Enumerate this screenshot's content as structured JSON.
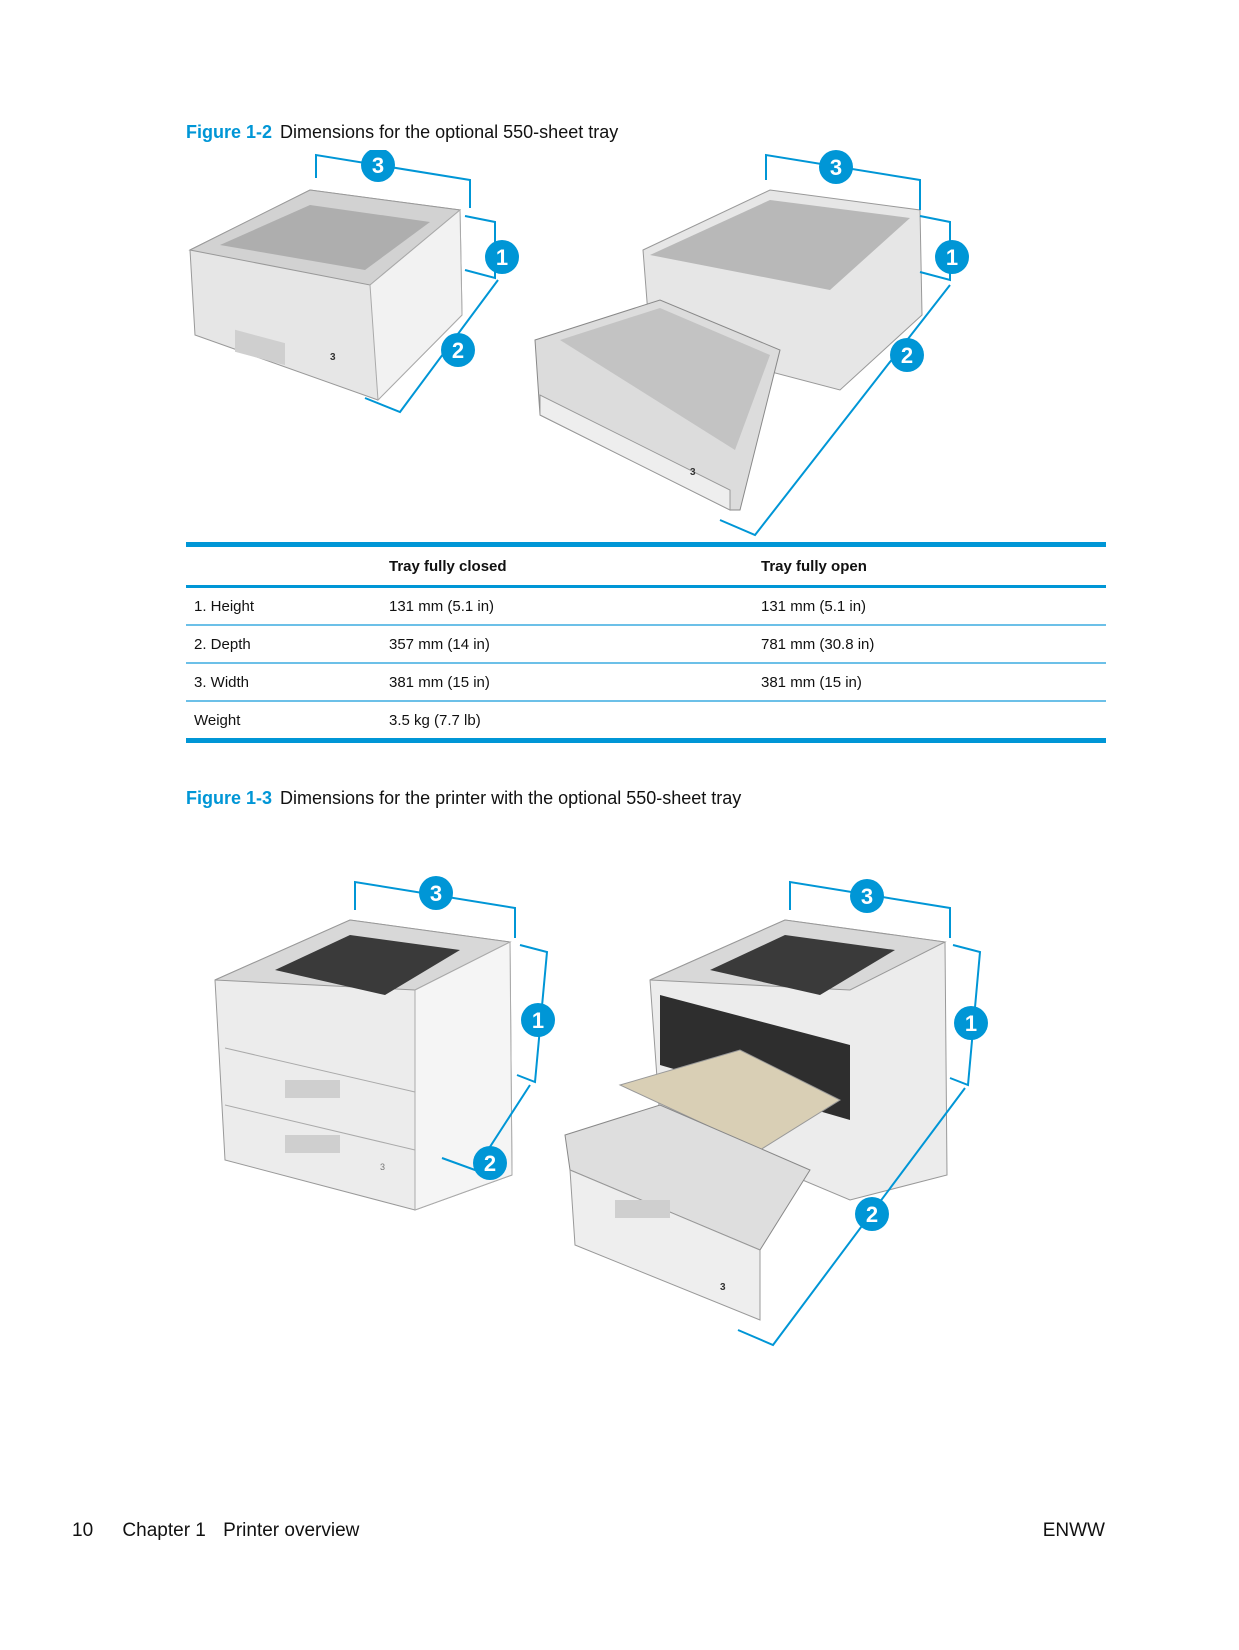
{
  "figures": [
    {
      "label": "Figure 1-2",
      "title": "Dimensions for the optional 550-sheet tray",
      "images": [
        "tray-closed",
        "tray-open"
      ]
    },
    {
      "label": "Figure 1-3",
      "title": "Dimensions for the printer with the optional 550-sheet tray",
      "images": [
        "printer-with-tray-closed",
        "printer-with-tray-open"
      ]
    }
  ],
  "callouts": [
    "1",
    "2",
    "3"
  ],
  "tray_number": "3",
  "table": {
    "headers": [
      "",
      "Tray fully closed",
      "Tray fully open"
    ],
    "rows": [
      [
        "1. Height",
        "131 mm (5.1 in)",
        "131 mm (5.1 in)"
      ],
      [
        "2. Depth",
        "357 mm (14 in)",
        "781 mm (30.8 in)"
      ],
      [
        "3. Width",
        "381 mm (15 in)",
        "381 mm (15 in)"
      ],
      [
        "Weight",
        "3.5 kg (7.7 lb)",
        ""
      ]
    ]
  },
  "footer": {
    "page_number": "10",
    "chapter": "Chapter 1",
    "chapter_title": "Printer overview",
    "locale": "ENWW"
  },
  "colors": {
    "accent": "#0096d6",
    "row_rule": "#6cc0e8"
  }
}
